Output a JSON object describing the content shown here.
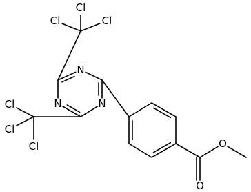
{
  "atoms": [
    {
      "id": "n_top",
      "label": "N"
    },
    {
      "id": "n_left",
      "label": "N"
    },
    {
      "id": "n_bottom",
      "label": "N"
    },
    {
      "id": "cl_1",
      "label": "Cl"
    },
    {
      "id": "cl_2",
      "label": "Cl"
    },
    {
      "id": "cl_3",
      "label": "Cl"
    },
    {
      "id": "cl_4",
      "label": "Cl"
    },
    {
      "id": "cl_5",
      "label": "Cl"
    },
    {
      "id": "cl_6",
      "label": "Cl"
    },
    {
      "id": "o_ester",
      "label": "O"
    },
    {
      "id": "o_carbonyl",
      "label": "O"
    }
  ]
}
